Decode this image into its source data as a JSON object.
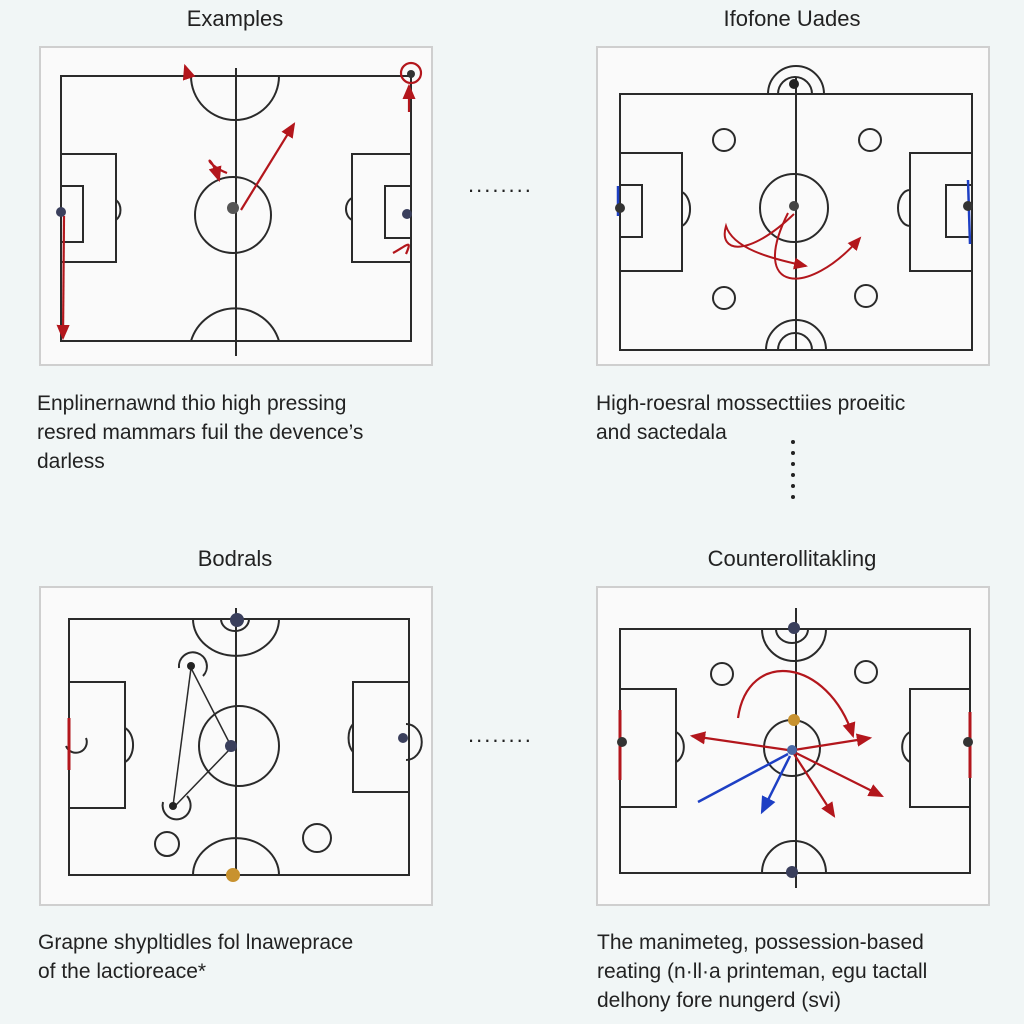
{
  "panels": [
    {
      "title": "Examples",
      "caption_lines": [
        "Enplinernawnd thio high pressing",
        "resred mammars fuil the devence’s",
        "darless"
      ]
    },
    {
      "title": "Ifofone Uades",
      "caption_lines": [
        "High-roesral mossecttiies proeitic",
        "and sactedala"
      ]
    },
    {
      "title": "Bodrals",
      "caption_lines": [
        "Grapne shypltidles fol lnaweprace",
        "of the lactioreace*"
      ]
    },
    {
      "title": "Counterollitakling",
      "caption_lines": [
        "The manimeteg, possession-based",
        "reating (n·ll·a printeman, egu tactall",
        "delhony fore nungerd (svi)"
      ]
    }
  ],
  "connectors": {
    "top": "........",
    "bottom": "........"
  },
  "colors": {
    "line": "#2a2a2a",
    "red_arrow": "#b3161c",
    "blue_arrow": "#1d3fc4",
    "background": "#f1f6f6"
  }
}
